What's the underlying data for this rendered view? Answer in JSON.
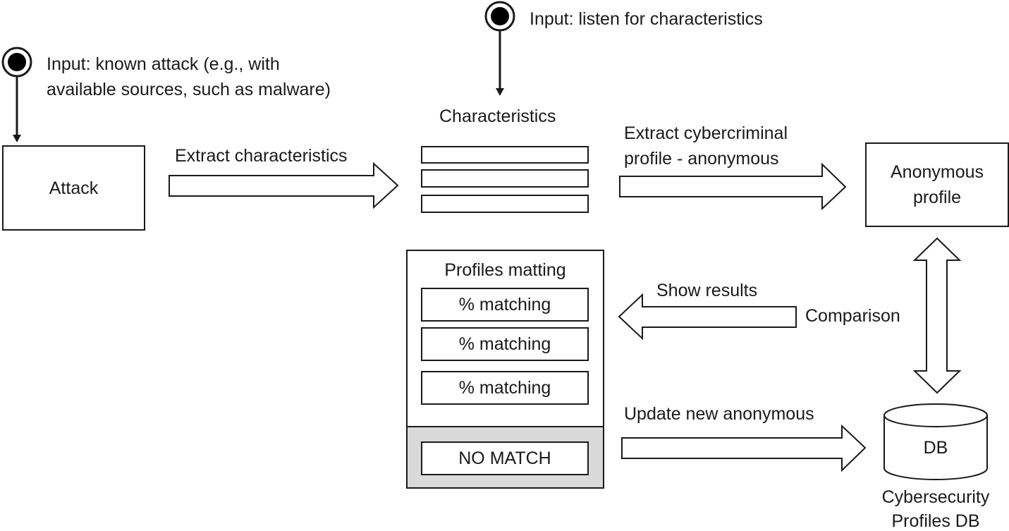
{
  "inputs": {
    "known_attack": "Input: known attack (e.g., with\navailable sources, such as malware)",
    "listen": "Input: listen for characteristics"
  },
  "nodes": {
    "attack": "Attack",
    "characteristics": "Characteristics",
    "anonymous_profile": "Anonymous\nprofile",
    "profiles_matting": "Profiles matting",
    "matches": [
      "% matching",
      "% matching",
      "% matching"
    ],
    "no_match": "NO MATCH",
    "db": "DB",
    "db_caption": "Cybersecurity\nProfiles DB"
  },
  "edges": {
    "extract_characteristics": "Extract characteristics",
    "extract_profile": "Extract cybercriminal\nprofile - anonymous",
    "show_results": "Show results",
    "comparison": "Comparison",
    "update_new": "Update new anonymous"
  },
  "colors": {
    "stroke": "#1a1a1a",
    "no_match_panel": "#d9d9d9",
    "background": "#ffffff"
  }
}
